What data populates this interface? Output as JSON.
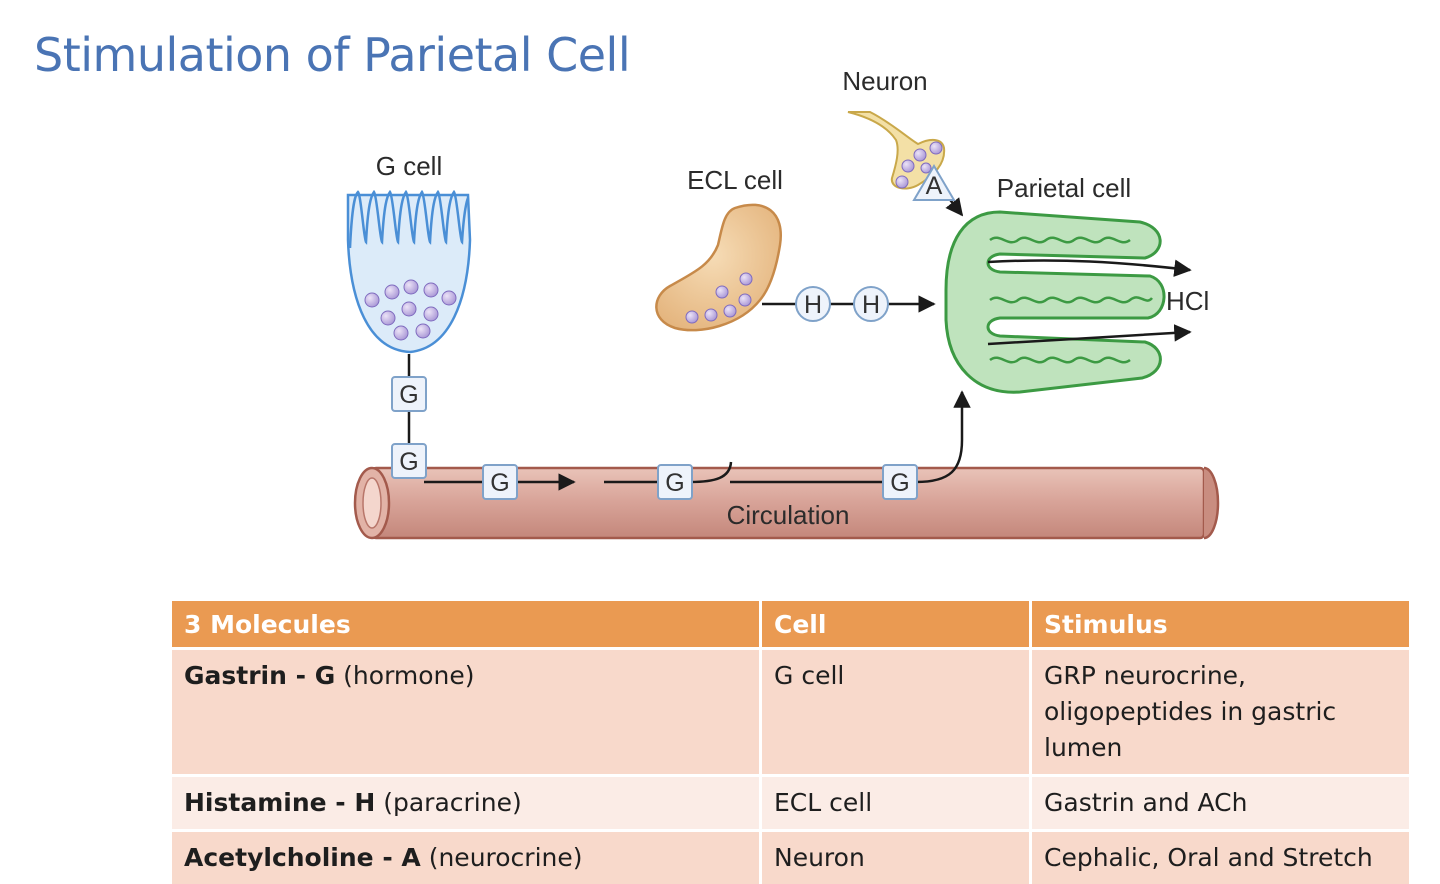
{
  "slide": {
    "title": "Stimulation of Parietal Cell"
  },
  "diagram": {
    "labels": {
      "g_cell": "G cell",
      "ecl_cell": "ECL cell",
      "neuron": "Neuron",
      "parietal_cell": "Parietal cell",
      "hcl": "HCl",
      "circulation": "Circulation"
    },
    "tags": {
      "gastrin": "G",
      "histamine": "H",
      "acetylcholine": "A"
    }
  },
  "table": {
    "headers": [
      "3 Molecules",
      "Cell",
      "Stimulus"
    ],
    "rows": [
      {
        "name": "Gastrin - G",
        "type": " (hormone)",
        "cell": "G cell",
        "stimulus": "GRP neurocrine, oligopeptides in gastric lumen"
      },
      {
        "name": "Histamine - H",
        "type": " (paracrine)",
        "cell": "ECL cell",
        "stimulus": "Gastrin and ACh"
      },
      {
        "name": "Acetylcholine - A",
        "type": " (neurocrine)",
        "cell": "Neuron",
        "stimulus": "Cephalic, Oral and Stretch"
      }
    ]
  },
  "colors": {
    "title": "#4a74b4",
    "table_header": "#ea9a52",
    "row_odd": "#f8d9cb",
    "row_even": "#fbece6",
    "vessel": "#d9a59a",
    "g_cell_fill": "#dcebf9",
    "ecl_cell_fill": "#ecc28c",
    "parietal_cell_fill": "#bfe3bd",
    "vesicle": "#b9a6dc"
  }
}
